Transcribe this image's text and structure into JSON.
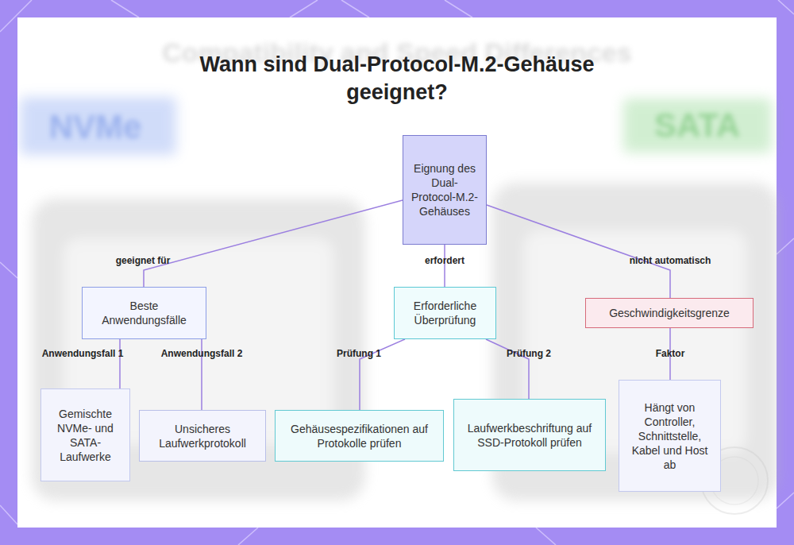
{
  "diagram": {
    "title": "Wann sind Dual-Protocol-M.2-Gehäuse geeignet?",
    "nodes": [
      {
        "text": [
          "Eignung des Dual-Protocol-M.2-Gehäuses"
        ]
      },
      {
        "text": [
          "Beste Anwendungsfälle"
        ]
      },
      {
        "text": [
          "Erforderliche Überprüfung"
        ]
      },
      {
        "text": [
          "Geschwindigkeitsgrenze"
        ]
      },
      {
        "text": [
          "Gemischte NVMe- und SATA-Laufwerke"
        ]
      },
      {
        "text": [
          "Unsicheres Laufwerkprotokoll"
        ]
      },
      {
        "text": [
          "Gehäusespezifikationen auf Protokolle prüfen"
        ]
      },
      {
        "text": [
          "Laufwerkbeschriftung auf SSD-Protokoll prüfen"
        ]
      },
      {
        "text": [
          "Hängt von Controller, Schnittstelle, Kabel und Host ab"
        ]
      }
    ],
    "edges": [
      {
        "from": 0,
        "to": 1,
        "label": "geeignet für",
        "arrow": "none"
      },
      {
        "from": 0,
        "to": 2,
        "label": "erfordert",
        "arrow": "none"
      },
      {
        "from": 0,
        "to": 3,
        "label": "nicht automatisch",
        "arrow": "none"
      },
      {
        "from": 1,
        "to": 4,
        "label": "Anwendungsfall 1",
        "arrow": "none"
      },
      {
        "from": 1,
        "to": 5,
        "label": "Anwendungsfall 2",
        "arrow": "none"
      },
      {
        "from": 2,
        "to": 6,
        "label": "Prüfung 1",
        "arrow": "none"
      },
      {
        "from": 2,
        "to": 7,
        "label": "Prüfung 2",
        "arrow": "none"
      },
      {
        "from": 3,
        "to": 8,
        "label": "Faktor",
        "arrow": "none"
      }
    ],
    "labels": [
      "Compatibility and Speed Differences",
      "NVMe",
      "SATA"
    ]
  }
}
